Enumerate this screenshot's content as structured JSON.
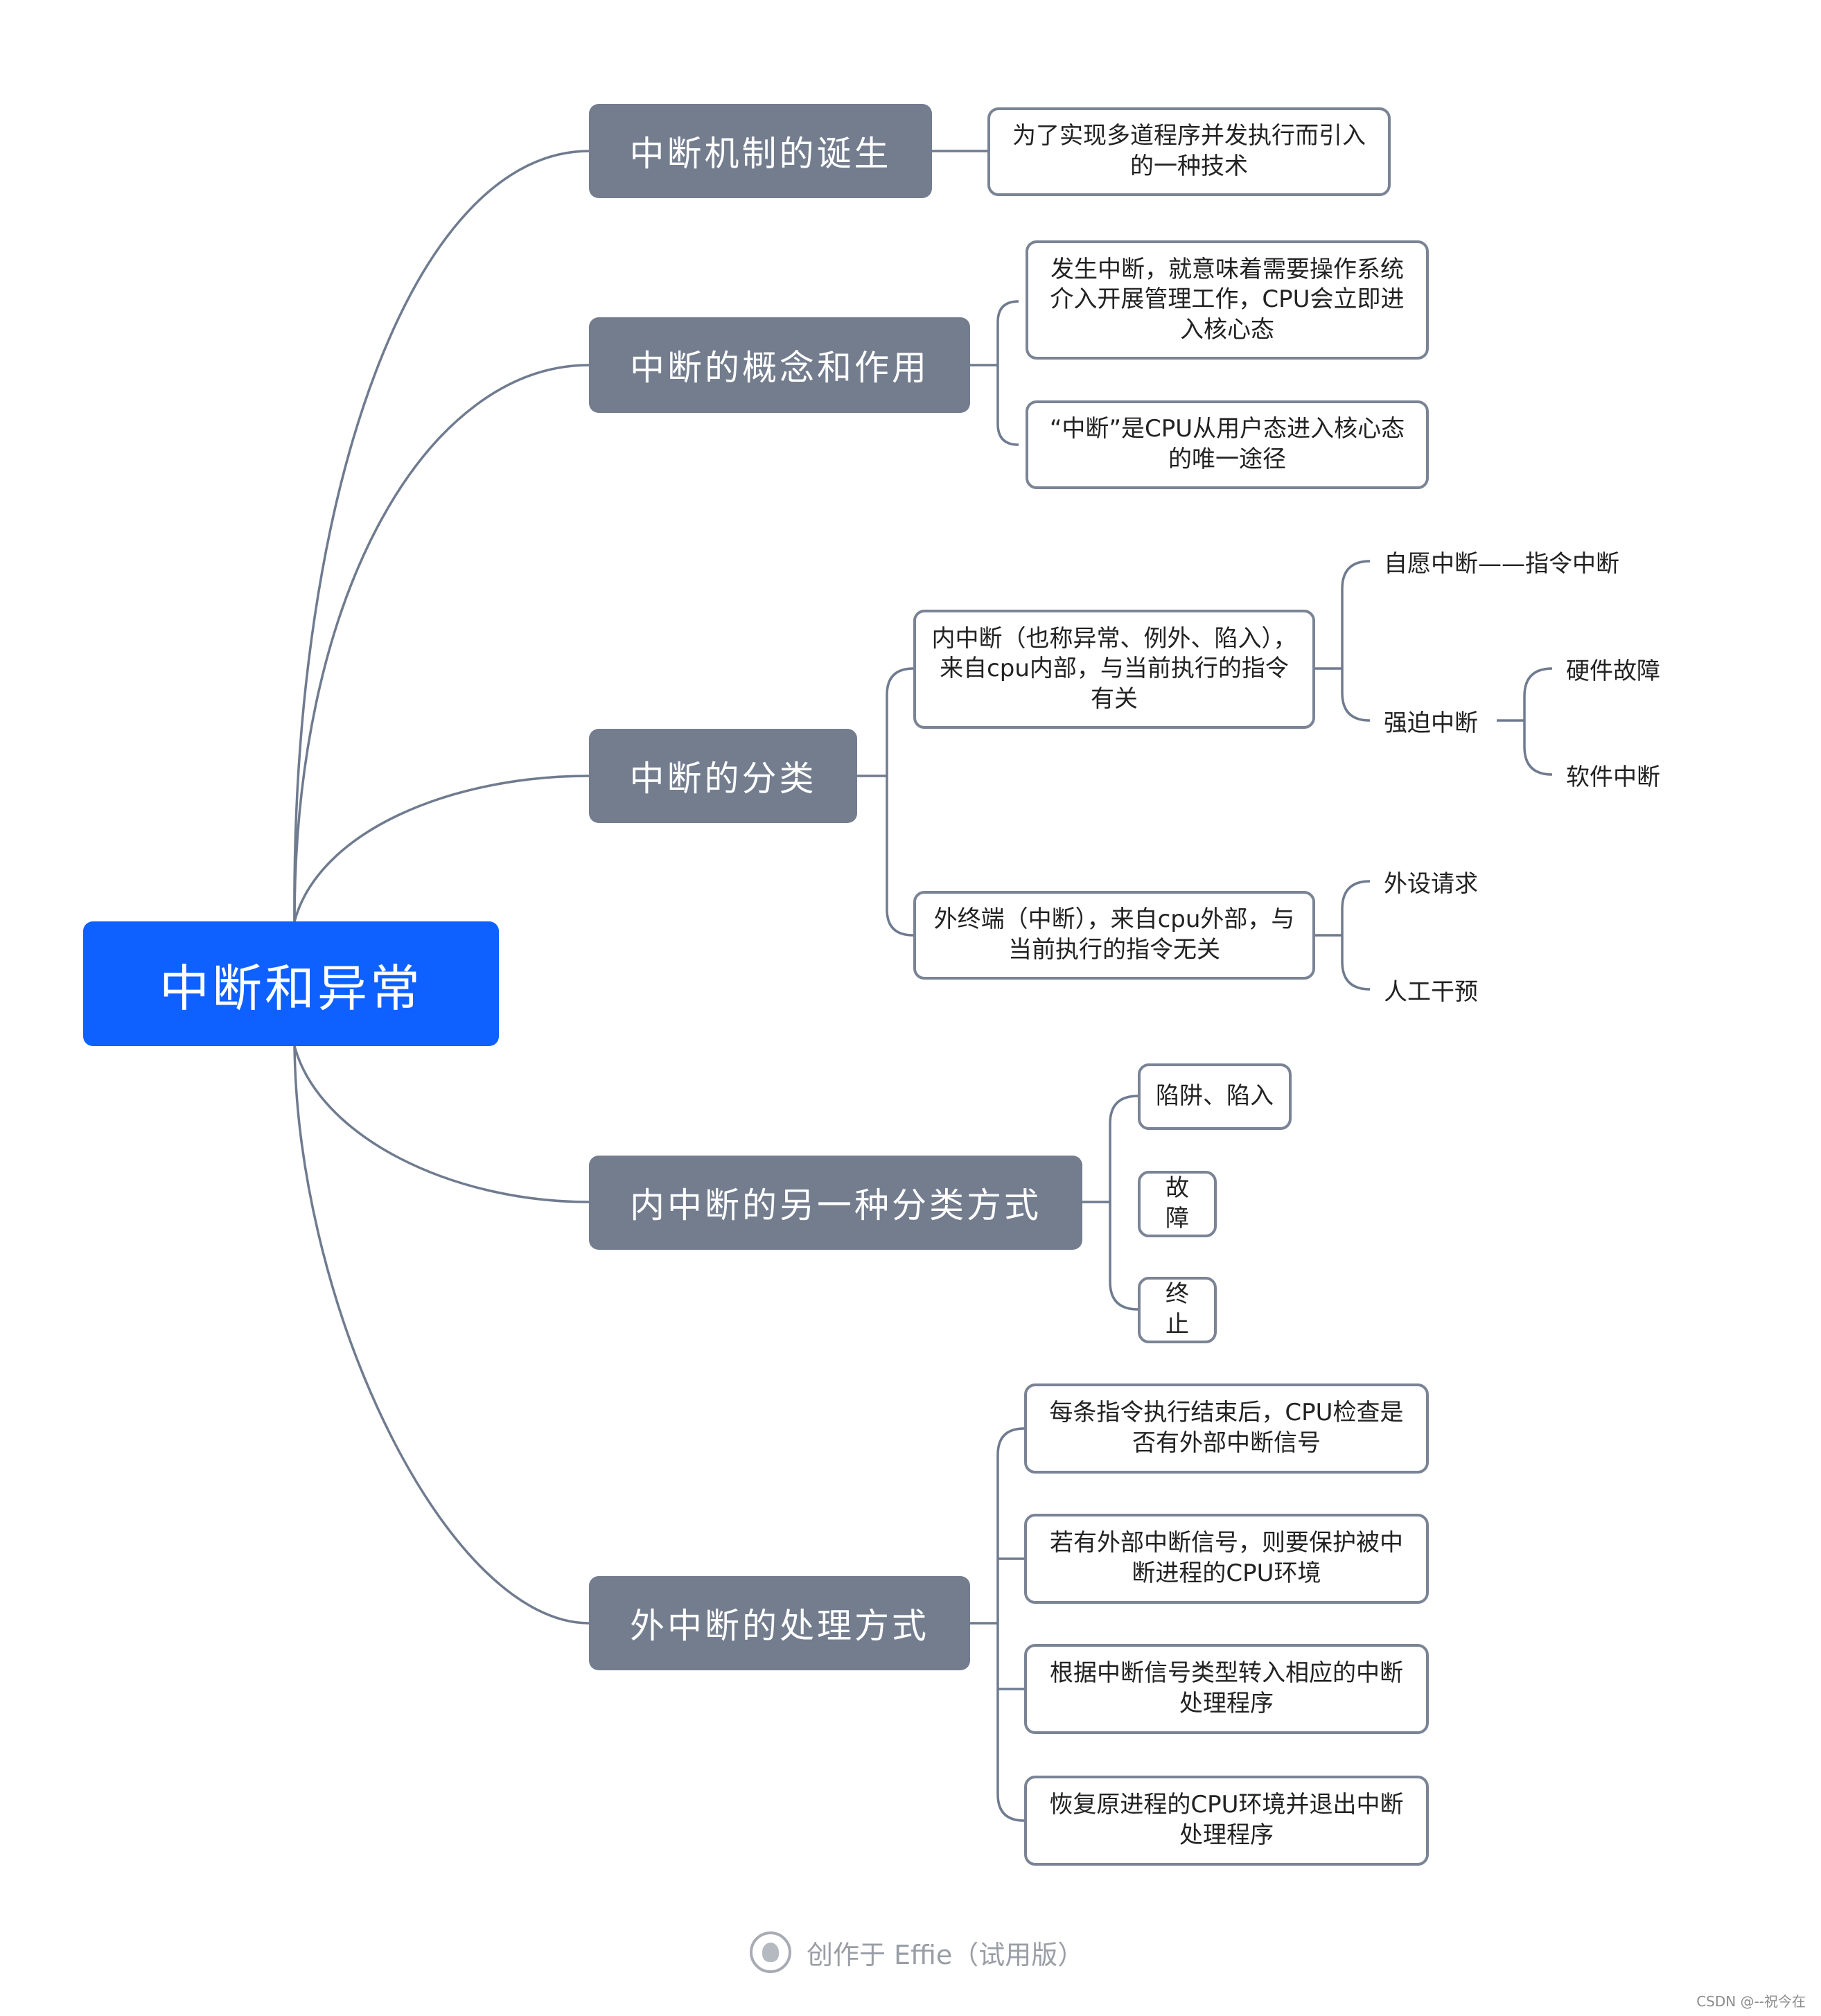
{
  "root": {
    "label": "中断和异常"
  },
  "branches": [
    {
      "label": "中断机制的诞生",
      "children": [
        {
          "label": "为了实现多道程序并发执行而引入的一种技术"
        }
      ]
    },
    {
      "label": "中断的概念和作用",
      "children": [
        {
          "label": "发生中断，就意味着需要操作系统介入开展管理工作，CPU会立即进入核心态"
        },
        {
          "label": "“中断”是CPU从用户态进入核心态的唯一途径"
        }
      ]
    },
    {
      "label": "中断的分类",
      "children": [
        {
          "label": "内中断（也称异常、例外、陷入），来自cpu内部，与当前执行的指令有关",
          "children": [
            {
              "label": "自愿中断——指令中断"
            },
            {
              "label": "强迫中断",
              "children": [
                {
                  "label": "硬件故障"
                },
                {
                  "label": "软件中断"
                }
              ]
            }
          ]
        },
        {
          "label": "外终端（中断），来自cpu外部，与当前执行的指令无关",
          "children": [
            {
              "label": "外设请求"
            },
            {
              "label": "人工干预"
            }
          ]
        }
      ]
    },
    {
      "label": "内中断的另一种分类方式",
      "children": [
        {
          "label": "陷阱、陷入"
        },
        {
          "label": "故障"
        },
        {
          "label": "终止"
        }
      ]
    },
    {
      "label": "外中断的处理方式",
      "children": [
        {
          "label": "每条指令执行结束后，CPU检查是否有外部中断信号"
        },
        {
          "label": "若有外部中断信号，则要保护被中断进程的CPU环境"
        },
        {
          "label": "根据中断信号类型转入相应的中断处理程序"
        },
        {
          "label": "恢复原进程的CPU环境并退出中断处理程序"
        }
      ]
    }
  ],
  "footer": {
    "watermark": "创作于 Effie（试用版）",
    "corner": "CSDN @--祝今在"
  },
  "colors": {
    "root": "#0f61ff",
    "branch": "#737d8e",
    "connector": "#6f7b8f",
    "leaf_border": "#7a8495"
  }
}
